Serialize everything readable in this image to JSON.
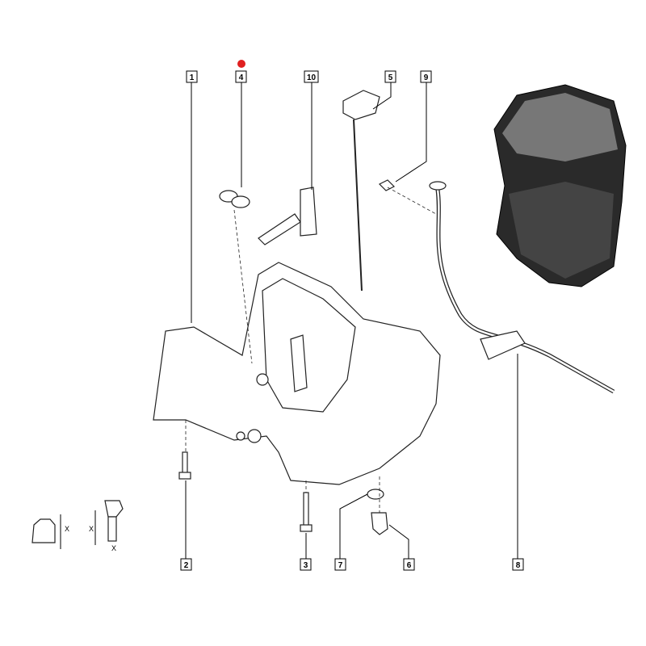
{
  "diagram": {
    "callouts": [
      {
        "id": "1",
        "label": "1"
      },
      {
        "id": "4",
        "label": "4"
      },
      {
        "id": "10",
        "label": "10"
      },
      {
        "id": "5",
        "label": "5"
      },
      {
        "id": "9",
        "label": "9"
      },
      {
        "id": "2",
        "label": "2"
      },
      {
        "id": "3",
        "label": "3"
      },
      {
        "id": "7",
        "label": "7"
      },
      {
        "id": "6",
        "label": "6"
      },
      {
        "id": "8",
        "label": "8"
      }
    ],
    "dimension_label": "X",
    "marker_color": "#e02020"
  }
}
